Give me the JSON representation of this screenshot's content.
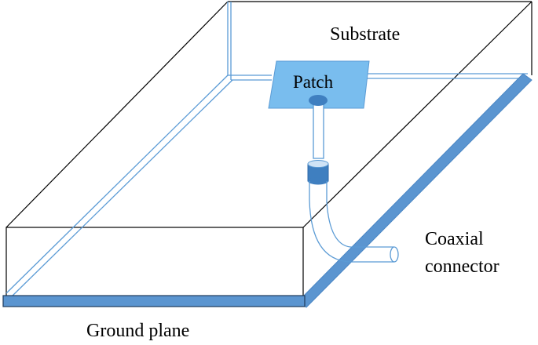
{
  "labels": {
    "substrate": "Substrate",
    "patch": "Patch",
    "coaxial_line1": "Coaxial",
    "coaxial_line2": "connector",
    "ground_plane": "Ground plane"
  },
  "colors": {
    "outline": "#000000",
    "trace": "#5b9bd5",
    "trace_fill": "#5b95d0",
    "patch_fill": "#79bdee",
    "feed_dark": "#3f7fc0"
  }
}
